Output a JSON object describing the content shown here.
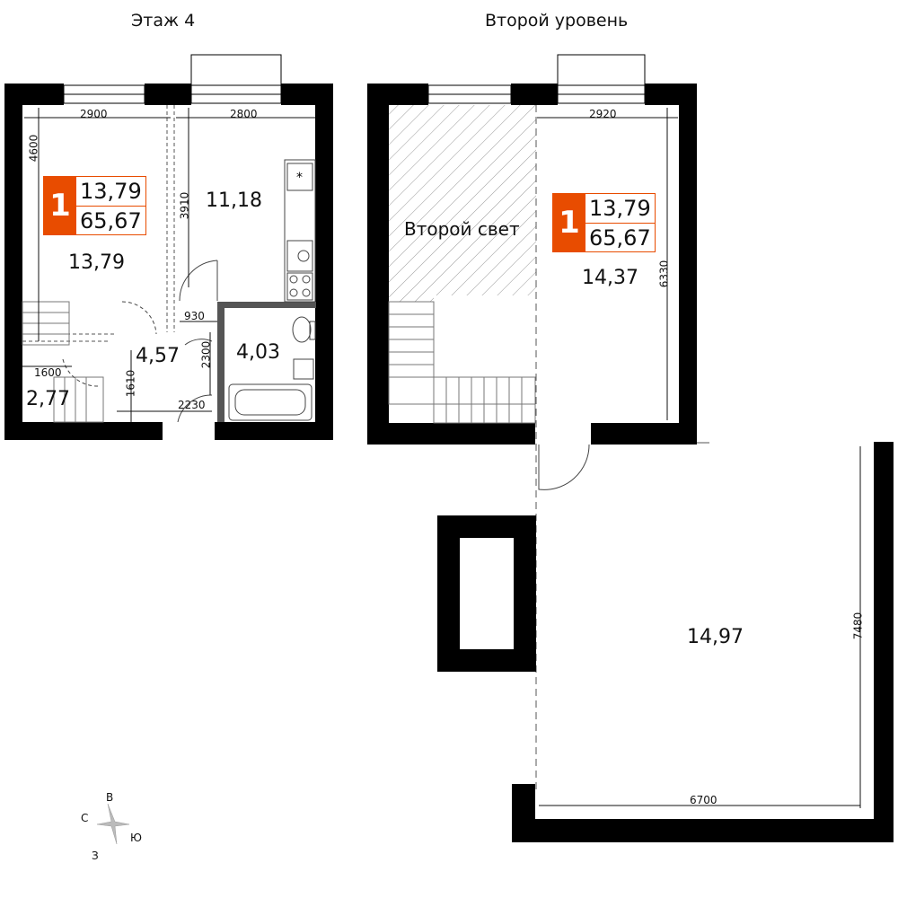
{
  "titles": {
    "floor4": "Этаж 4",
    "second_level": "Второй уровень"
  },
  "badge": {
    "rooms": "1",
    "living_area": "13,79",
    "total_area": "65,67"
  },
  "rooms": {
    "room_main": "13,79",
    "kitchen": "11,18",
    "hall": "4,57",
    "bath": "4,03",
    "closet": "2,77",
    "upper_room": "14,37",
    "terrace": "14,97",
    "second_light_label": "Второй свет"
  },
  "dimensions": {
    "d2900": "2900",
    "d2800": "2800",
    "d4600": "4600",
    "d3910": "3910",
    "d930": "930",
    "d2300": "2300",
    "d1600": "1600",
    "d1610": "1610",
    "d2230": "2230",
    "d2920": "2920",
    "d6330": "6330",
    "d7480": "7480",
    "d6700": "6700"
  },
  "compass": {
    "north": "В",
    "west": "С",
    "east": "Ю",
    "south": "З"
  },
  "colors": {
    "accent": "#e84c00",
    "wall": "#000000",
    "line": "#111111"
  }
}
